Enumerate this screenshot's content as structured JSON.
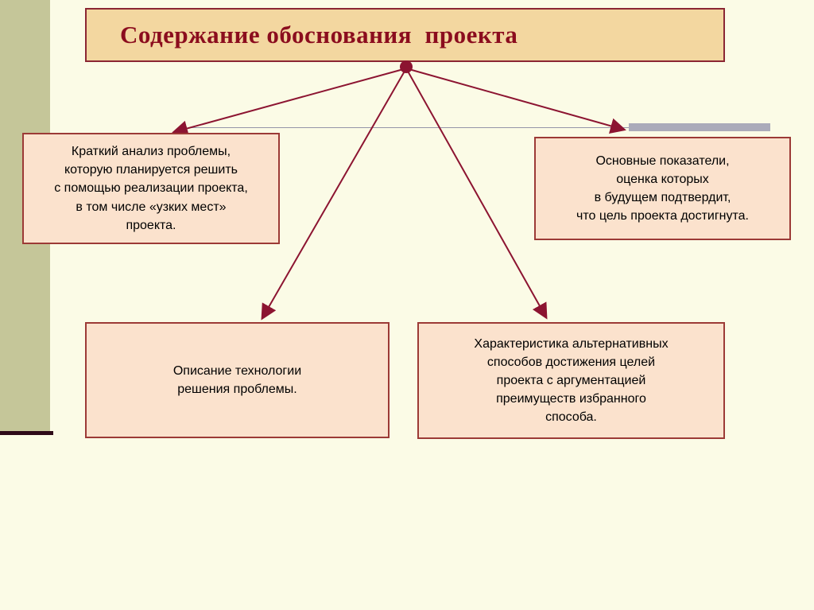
{
  "palette": {
    "background": "#FBFBE6",
    "left_accent_bar": "#C5C699",
    "accent_underline": "#2E0A18",
    "title_fill": "#F3D7A0",
    "title_text": "#8B0D1E",
    "box_fill": "#FBE2CD",
    "box_border": "#9C3A36",
    "arrow": "#8C1431",
    "rule_gray": "#ABABBA"
  },
  "title": "Содержание обоснования  проекта",
  "boxes": {
    "problem_analysis": "Краткий анализ проблемы,\nкоторую планируется решить\nс помощью реализации проекта,\nв том числе «узких мест»\nпроекта.",
    "key_indicators": "Основные показатели,\nоценка которых\nв будущем подтвердит,\nчто цель проекта достигнута.",
    "technology_description": "Описание технологии\nрешения проблемы.",
    "alternatives": "Характеристика альтернативных\nспособов достижения целей\nпроекта с аргументацией\nпреимуществ избранного\nспособа."
  }
}
